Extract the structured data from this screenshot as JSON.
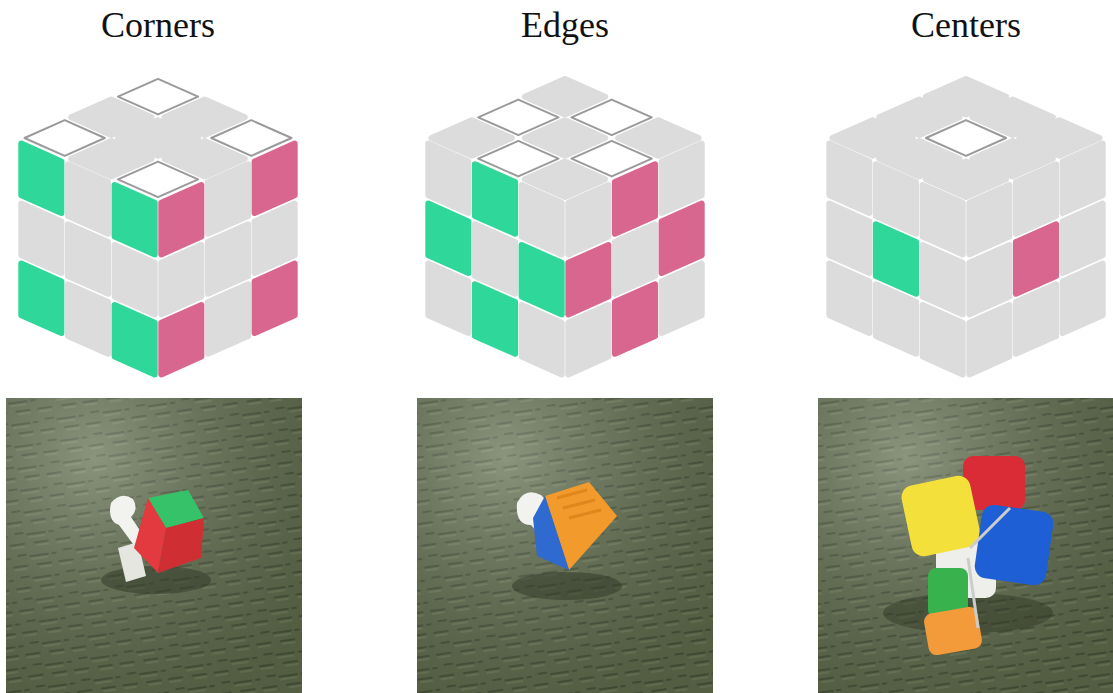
{
  "diagram": {
    "labels": [
      "Corners",
      "Edges",
      "Centers"
    ]
  }
}
